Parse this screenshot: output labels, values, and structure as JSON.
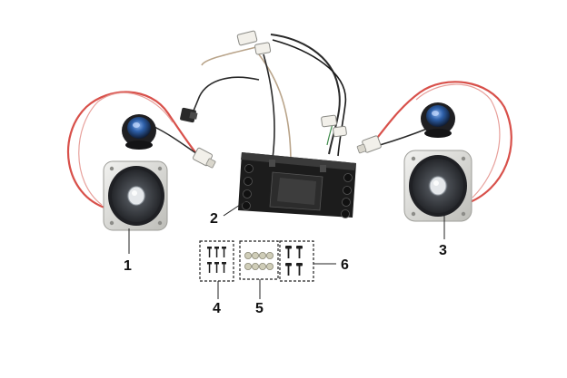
{
  "diagram": {
    "callouts": [
      {
        "id": "1",
        "text": "1"
      },
      {
        "id": "2",
        "text": "2"
      },
      {
        "id": "3",
        "text": "3"
      },
      {
        "id": "4",
        "text": "4"
      },
      {
        "id": "5",
        "text": "5"
      },
      {
        "id": "6",
        "text": "6"
      }
    ],
    "colors": {
      "wire_red": "#d8504a",
      "wire_black": "#2a2a2a",
      "wire_tan": "#b9a48a",
      "connector": "#f2f0ea",
      "speaker_frame": "#d9d9d6",
      "speaker_cone": "#3a3d42",
      "tweeter_lens": "#2d5fa8",
      "module_body": "#1c1c1c",
      "leader": "#222222"
    }
  }
}
